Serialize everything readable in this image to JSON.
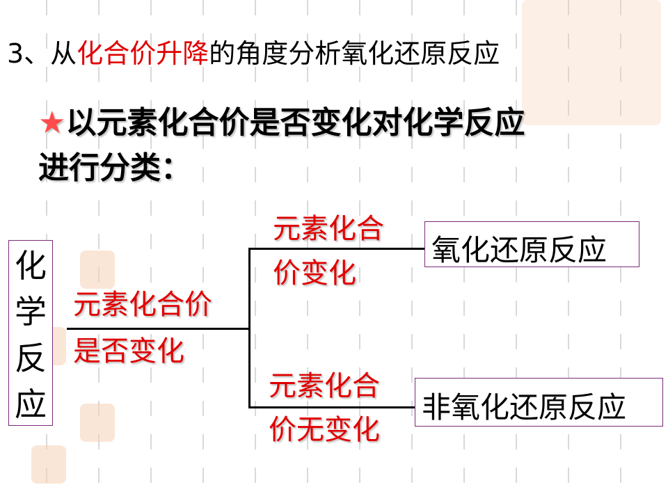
{
  "title": {
    "prefix": "3、从",
    "highlight": "化合价升降",
    "suffix": "的角度分析氧化还原反应"
  },
  "subtitle": {
    "star": "★",
    "line1": "以元素化合价是否变化对化学反应",
    "line2": "进行分类："
  },
  "diagram": {
    "root": [
      "化",
      "学",
      "反",
      "应"
    ],
    "criterion": {
      "line1": "元素化合价",
      "line2": "是否变化"
    },
    "upper_branch": {
      "line1": "元素化合",
      "line2": "价变化",
      "result": "氧化还原反应"
    },
    "lower_branch": {
      "line1": "元素化合",
      "line2": "价无变化",
      "result": "非氧化还原反应"
    }
  },
  "colors": {
    "accent": "#e00000",
    "star": "#ff4b4b",
    "box_border": "#7a2a7a"
  }
}
